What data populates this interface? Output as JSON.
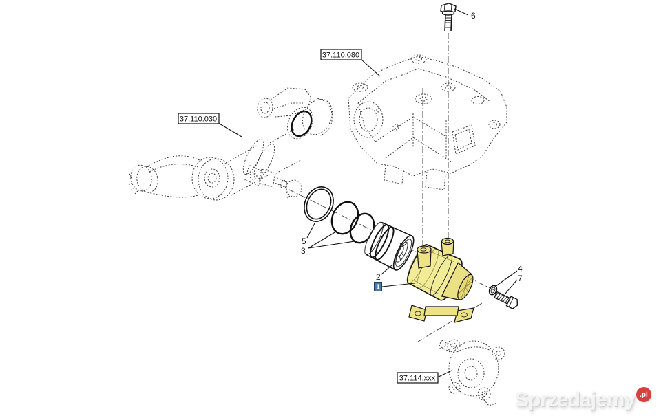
{
  "figure": {
    "type": "exploded-parts-diagram",
    "ref_boxes": [
      {
        "id": "ref-37-110-080",
        "label": "37.110.080"
      },
      {
        "id": "ref-37-110-030",
        "label": "37.110.030"
      },
      {
        "id": "ref-37-114-xxx",
        "label": "37.114.xxx"
      }
    ],
    "callouts": [
      {
        "id": "callout-6",
        "label": "6",
        "selected": false
      },
      {
        "id": "callout-5",
        "label": "5",
        "selected": false
      },
      {
        "id": "callout-3",
        "label": "3",
        "selected": false
      },
      {
        "id": "callout-2",
        "label": "2",
        "selected": false
      },
      {
        "id": "callout-1",
        "label": "1",
        "selected": true
      },
      {
        "id": "callout-4",
        "label": "4",
        "selected": false
      },
      {
        "id": "callout-7",
        "label": "7",
        "selected": false
      }
    ],
    "colors": {
      "background": "#ffffff",
      "highlight_part_fill": "#f2eb97",
      "highlight_part_shade": "#e8da72",
      "selected_callout_bg": "#4a79ab",
      "selected_callout_border": "#1f3c66",
      "selected_callout_text": "#ffffff",
      "solid_line": "#141414",
      "phantom_line": "#3a3a3a",
      "watermark_text": "#f4f4f4",
      "watermark_badge": "#d8403c"
    },
    "watermark": {
      "text": "Sprzedajemy",
      "suffix": ".pl"
    }
  }
}
